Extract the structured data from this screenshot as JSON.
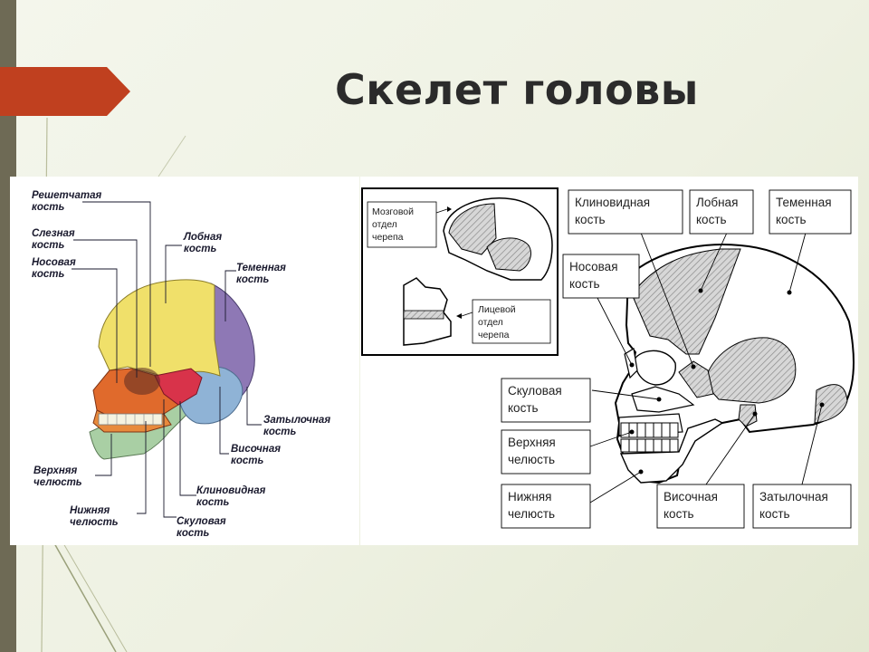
{
  "title": "Скелет головы",
  "left_diagram": {
    "labels": [
      {
        "line1": "Решетчатая",
        "line2": "кость"
      },
      {
        "line1": "Слезная",
        "line2": "кость"
      },
      {
        "line1": "Носовая",
        "line2": "кость"
      },
      {
        "line1": "Лобная",
        "line2": "кость"
      },
      {
        "line1": "Теменная",
        "line2": "кость"
      },
      {
        "line1": "Затылочная",
        "line2": "кость"
      },
      {
        "line1": "Височная",
        "line2": "кость"
      },
      {
        "line1": "Клиновидная",
        "line2": "кость"
      },
      {
        "line1": "Скуловая",
        "line2": "кость"
      },
      {
        "line1": "Нижняя",
        "line2": "челюсть"
      },
      {
        "line1": "Верхняя",
        "line2": "челюсть"
      }
    ],
    "bone_colors": {
      "frontal": "#f0e06a",
      "parietal": "#8e78b5",
      "temporal": "#8fb3d6",
      "occipital": "#a9c3de",
      "facial": "#e06a2c",
      "zygomatic": "#d8334a",
      "maxilla": "#e88a3c",
      "mandible": "#a9cfa4",
      "teeth": "#f5f2e0"
    }
  },
  "right_diagram": {
    "inset_labels": [
      {
        "lines": [
          "Мозговой",
          "отдел",
          "черепа"
        ]
      },
      {
        "lines": [
          "Лицевой",
          "отдел",
          "черепа"
        ]
      }
    ],
    "labels": [
      {
        "line1": "Клиновидная",
        "line2": "кость"
      },
      {
        "line1": "Лобная",
        "line2": "кость"
      },
      {
        "line1": "Теменная",
        "line2": "кость"
      },
      {
        "line1": "Носовая",
        "line2": "кость"
      },
      {
        "line1": "Скуловая",
        "line2": "кость"
      },
      {
        "line1": "Верхняя",
        "line2": "челюсть"
      },
      {
        "line1": "Нижняя",
        "line2": "челюсть"
      },
      {
        "line1": "Височная",
        "line2": "кость"
      },
      {
        "line1": "Затылочная",
        "line2": "кость"
      }
    ]
  },
  "colors": {
    "arrow_tab": "#c0401f",
    "left_bar": "#6e6a55"
  }
}
